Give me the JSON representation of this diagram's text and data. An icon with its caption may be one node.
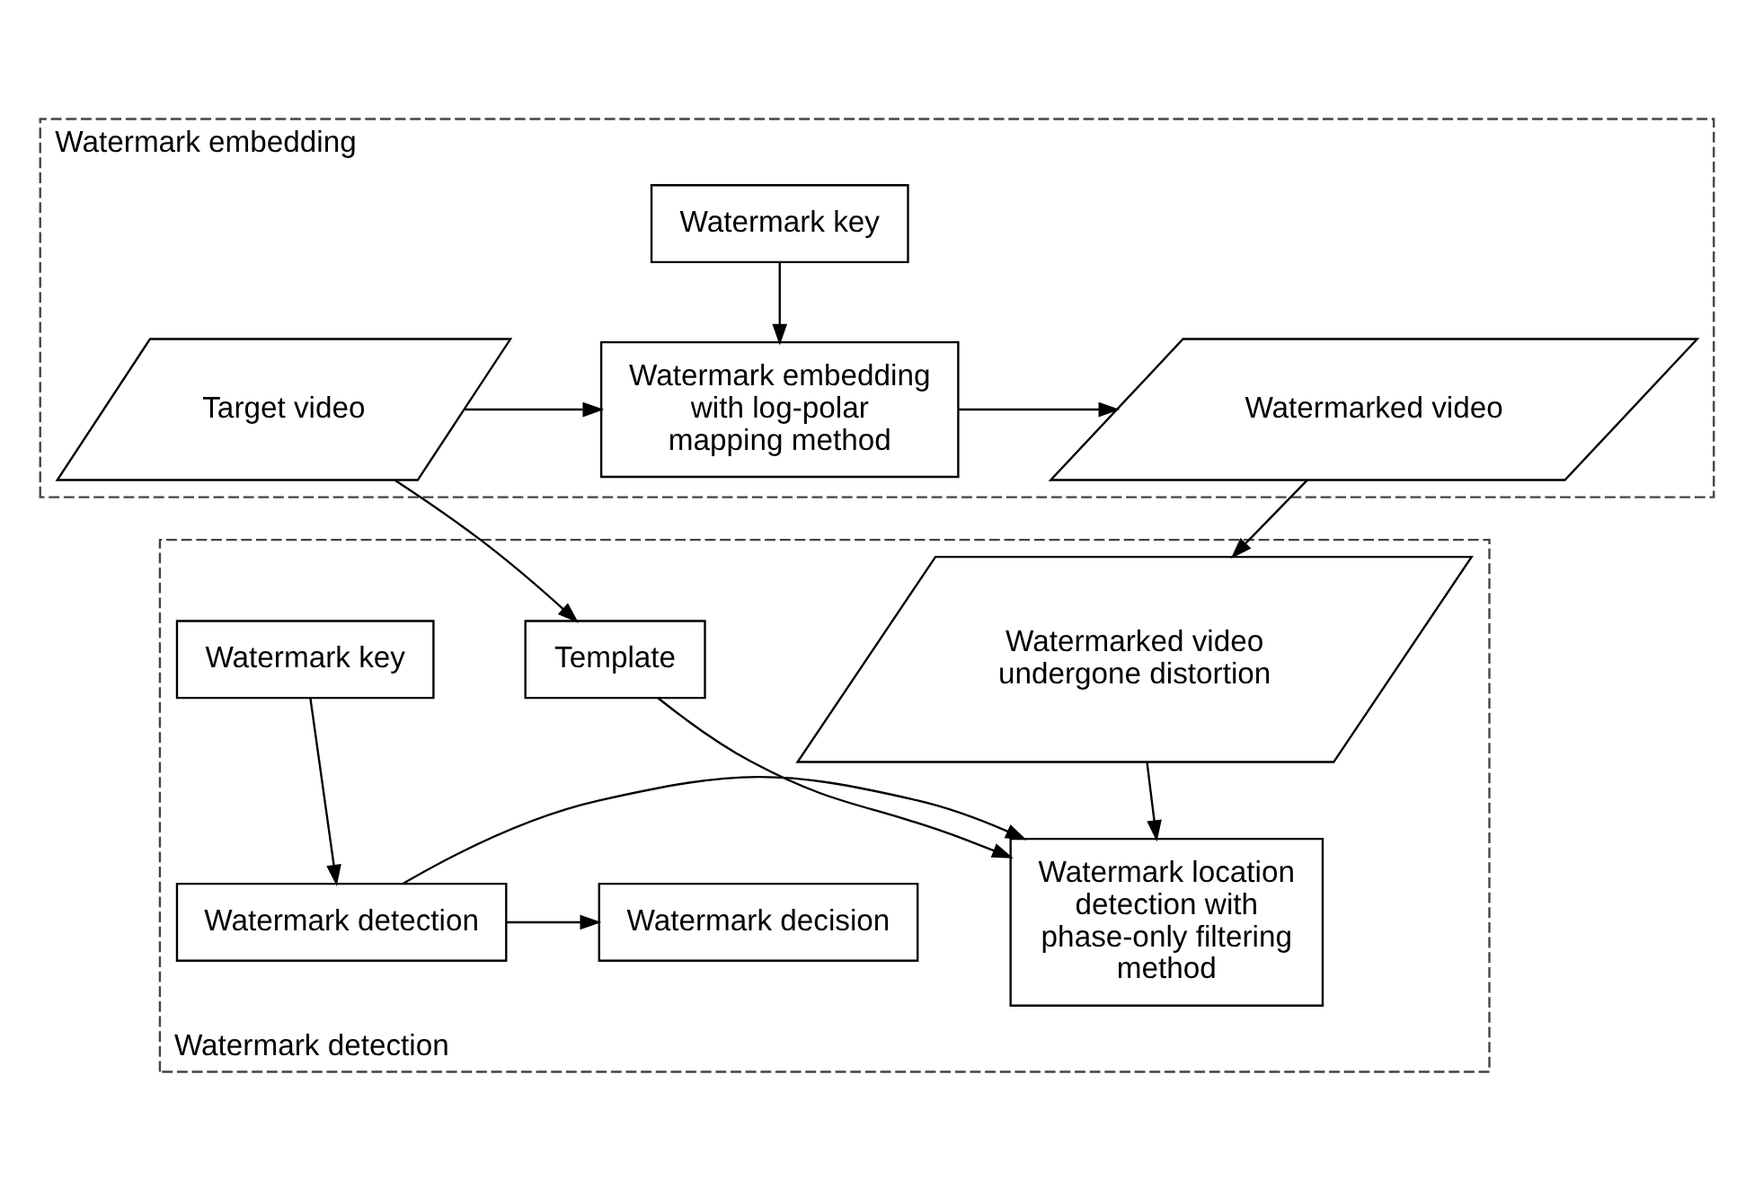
{
  "diagram": {
    "nodes": [
      {
        "text": [
          "Watermark embedding"
        ]
      },
      {
        "text": [
          "Watermark key"
        ],
        "in": 0
      },
      {
        "text": [
          "Target video"
        ],
        "in": 0
      },
      {
        "text": [
          "Watermark embedding with log-polar mapping method"
        ],
        "in": 0
      },
      {
        "text": [
          "Watermarked video"
        ],
        "in": 0
      },
      {
        "text": [
          "Watermark detection"
        ]
      },
      {
        "text": [
          "Template"
        ],
        "in": 5
      },
      {
        "text": [
          "Watermarked video undergone distortion"
        ],
        "in": 5
      },
      {
        "text": [
          "Watermark decision"
        ],
        "in": 5
      },
      {
        "text": [
          "Watermark detection"
        ],
        "in": 5
      },
      {
        "text": [
          "Watermark location detection with phase-only filtering method"
        ],
        "in": 5
      },
      {
        "text": [
          "Watermark key"
        ],
        "in": 5
      }
    ],
    "edges": [
      {
        "from": 1,
        "to": 3,
        "arrow": "to"
      },
      {
        "from": 2,
        "to": 3,
        "arrow": "to"
      },
      {
        "from": 3,
        "to": 4,
        "arrow": "to"
      },
      {
        "from": 4,
        "to": 7,
        "arrow": "to"
      },
      {
        "from": 2,
        "to": 6,
        "arrow": "to"
      },
      {
        "from": 6,
        "to": 10,
        "arrow": "to"
      },
      {
        "from": 7,
        "to": 10,
        "arrow": "to"
      },
      {
        "from": 9,
        "to": 8,
        "arrow": "to"
      },
      {
        "from": 9,
        "to": 10,
        "arrow": "to"
      },
      {
        "from": 11,
        "to": 9,
        "arrow": "to"
      }
    ]
  }
}
